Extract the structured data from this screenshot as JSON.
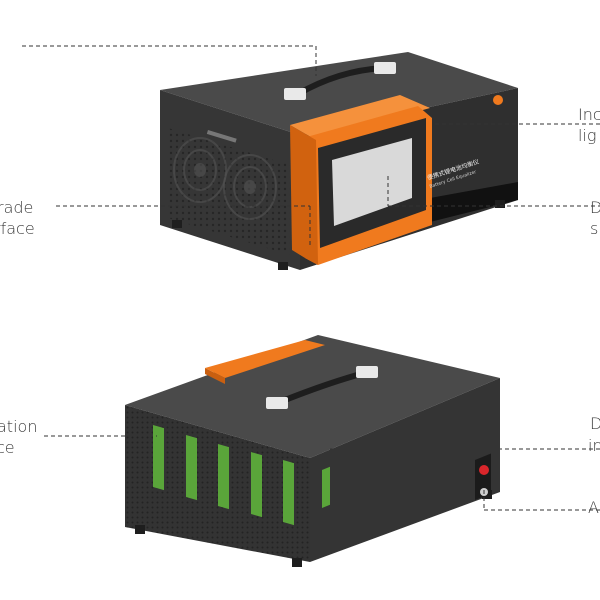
{
  "callouts": {
    "top_right_1": {
      "line1": "Inc",
      "line2": "lig"
    },
    "top_left_2": {
      "line1": "rade",
      "line2": "rface"
    },
    "top_right_2": {
      "line1": "D",
      "line2": "s"
    },
    "bottom_left_1": {
      "line1": "ation",
      "line2": "ce"
    },
    "bottom_right_1": {
      "line1": "D",
      "line2": "in"
    },
    "bottom_right_2": {
      "line1": "A"
    }
  },
  "device": {
    "panel_text_1": "便携式锂电池均衡仪",
    "panel_text_2": "Battery Cell Equalizer"
  },
  "colors": {
    "body": "#3c3c3c",
    "orange": "#f07a1e",
    "screen": "#d8d8d8",
    "connector": "#5aa53a",
    "leader_line": "#333333"
  }
}
